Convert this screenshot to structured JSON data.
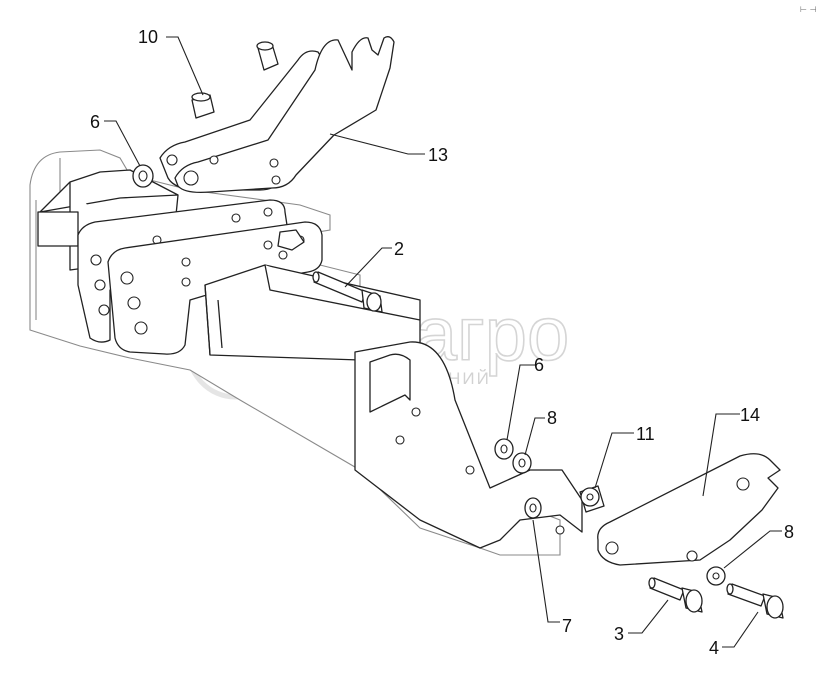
{
  "watermark": {
    "brand": "белагро",
    "subtitle": "ГРУППА КОМПАНИЙ"
  },
  "corner_mark": "⊢ ⊣",
  "callouts": [
    {
      "id": "c10",
      "label": "10"
    },
    {
      "id": "c6a",
      "label": "6"
    },
    {
      "id": "c13",
      "label": "13"
    },
    {
      "id": "c2",
      "label": "2"
    },
    {
      "id": "c6b",
      "label": "6"
    },
    {
      "id": "c8a",
      "label": "8"
    },
    {
      "id": "c11",
      "label": "11"
    },
    {
      "id": "c14",
      "label": "14"
    },
    {
      "id": "c8b",
      "label": "8"
    },
    {
      "id": "c7",
      "label": "7"
    },
    {
      "id": "c3",
      "label": "3"
    },
    {
      "id": "c4",
      "label": "4"
    }
  ]
}
